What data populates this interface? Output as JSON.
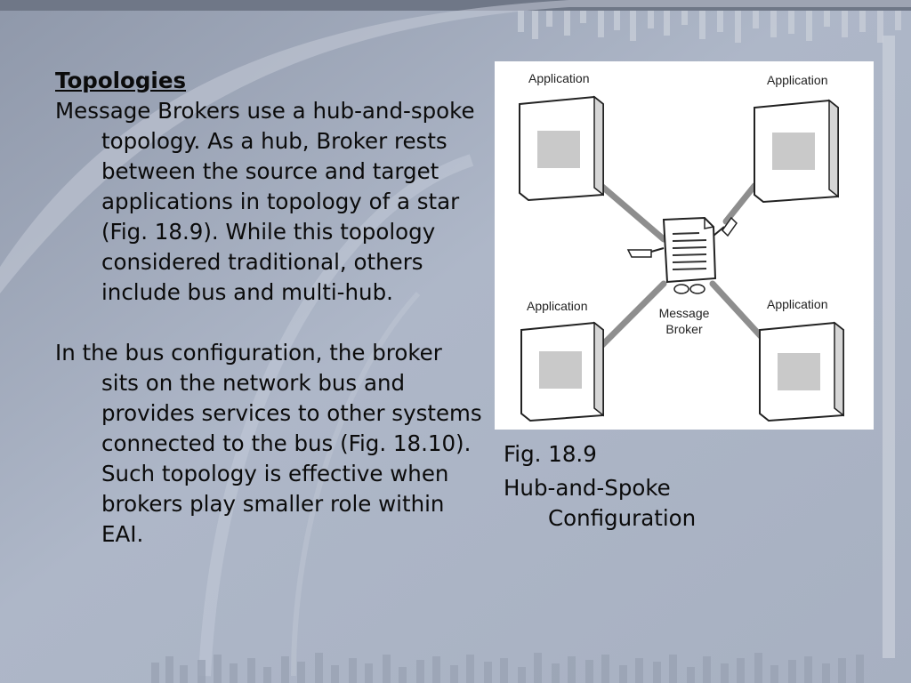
{
  "slide": {
    "heading": "Topologies",
    "paragraphs": [
      "Message Brokers use a hub-and-spoke topology. As a hub, Broker rests between the source and target applications in topology of a star (Fig. 18.9). While this topology considered traditional, others include bus and multi-hub.",
      "In the bus configuration, the broker sits on the network bus and provides services to other systems connected to the bus (Fig. 18.10). Such topology is effective when brokers play smaller role within EAI."
    ]
  },
  "figure": {
    "application_labels": [
      "Application",
      "Application",
      "Application",
      "Application"
    ],
    "broker_label_line1": "Message",
    "broker_label_line2": "Broker",
    "caption_line1": "Fig. 18.9",
    "caption_line2": "Hub-and-Spoke Configuration"
  },
  "colors": {
    "background": "#aab3c4",
    "text": "#0b0b0b",
    "figure_background": "#ffffff"
  }
}
